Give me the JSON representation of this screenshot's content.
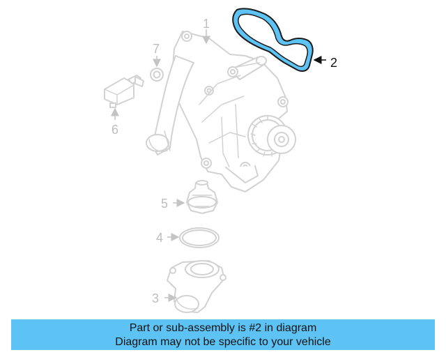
{
  "callouts": {
    "c1": "1",
    "c2": "2",
    "c3": "3",
    "c4": "4",
    "c5": "5",
    "c6": "6",
    "c7": "7"
  },
  "highlight_color": "#5dc3f5",
  "banner": {
    "line1": "Part or sub-assembly is #2 in diagram",
    "line2": "Diagram may not be specific to your vehicle"
  }
}
